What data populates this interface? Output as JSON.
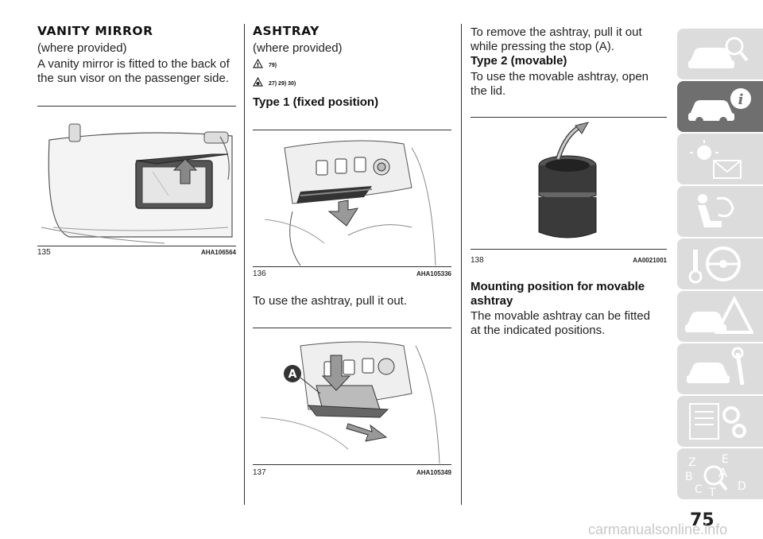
{
  "col1": {
    "heading": "VANITY MIRROR",
    "where": "(where provided)",
    "text": "A vanity mirror is fitted to the back of the sun visor on the passenger side.",
    "figure": {
      "number": "135",
      "code": "AHA106564"
    }
  },
  "col2": {
    "heading": "ASHTRAY",
    "where": "(where provided)",
    "warn1": "79)",
    "warn2": "27) 29) 30)",
    "subheading": "Type 1 (fixed position)",
    "figure1": {
      "number": "136",
      "code": "AHA105336"
    },
    "text": "To use the ashtray, pull it out.",
    "figure2": {
      "number": "137",
      "code": "AHA105349",
      "label": "A"
    }
  },
  "col3": {
    "text1": "To remove the ashtray, pull it out while pressing the stop (A).",
    "subheading1": "Type 2 (movable)",
    "text2": "To use the movable ashtray, open the lid.",
    "figure": {
      "number": "138",
      "code": "AA0021001"
    },
    "subheading2": "Mounting position for movable ashtray",
    "text3": "The movable ashtray can be fitted at the indicated positions."
  },
  "sidebar": {
    "tabs": [
      {
        "icon": "car-search-icon",
        "active": false
      },
      {
        "icon": "car-info-icon",
        "active": true
      },
      {
        "icon": "warning-light-message-icon",
        "active": false
      },
      {
        "icon": "seat-airbag-icon",
        "active": false
      },
      {
        "icon": "key-steering-wheel-icon",
        "active": false
      },
      {
        "icon": "car-warning-triangle-icon",
        "active": false
      },
      {
        "icon": "car-wrench-icon",
        "active": false
      },
      {
        "icon": "checklist-gears-icon",
        "active": false
      },
      {
        "icon": "alphabet-index-search-icon",
        "active": false
      }
    ],
    "zac_letters": [
      "Z",
      "E",
      "A",
      "B",
      "C",
      "T",
      "D"
    ]
  },
  "page_number": "75",
  "watermark": "carmanualsonline.info"
}
